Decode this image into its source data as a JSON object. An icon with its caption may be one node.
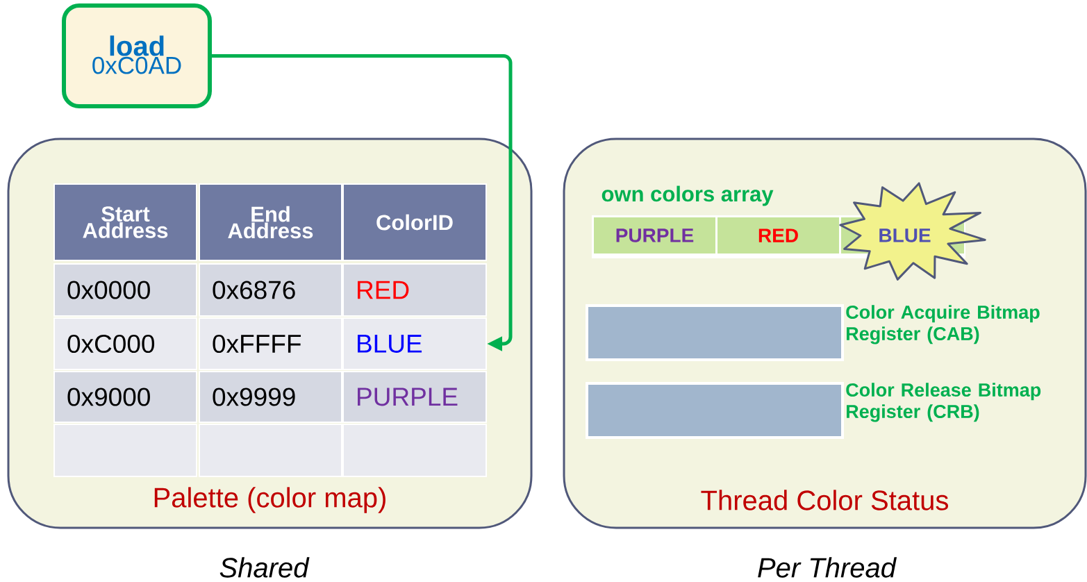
{
  "diagram": {
    "nodes": [
      {
        "text": [
          "load",
          "0xC0AD"
        ]
      },
      {
        "text": [
          "Palette (color map)"
        ]
      },
      {
        "text": [
          "Thread Color Status"
        ]
      },
      {
        "text": [
          "Start Address"
        ],
        "in": 1
      },
      {
        "text": [
          "End Address"
        ],
        "in": 1
      },
      {
        "text": [
          "ColorID"
        ],
        "in": 1
      },
      {
        "text": [
          "0x0000"
        ],
        "in": 1
      },
      {
        "text": [
          "0x6876"
        ],
        "in": 1
      },
      {
        "text": [
          "RED"
        ],
        "in": 1
      },
      {
        "text": [
          "0xC000"
        ],
        "in": 1
      },
      {
        "text": [
          "0xFFFF"
        ],
        "in": 1
      },
      {
        "text": [
          "BLUE"
        ],
        "in": 1
      },
      {
        "text": [
          "0x9000"
        ],
        "in": 1
      },
      {
        "text": [
          "0x9999"
        ],
        "in": 1
      },
      {
        "text": [
          "PURPLE"
        ],
        "in": 1
      },
      {
        "text": [],
        "shape": "box",
        "in": 1
      },
      {
        "text": [],
        "shape": "box",
        "in": 1
      },
      {
        "text": [],
        "shape": "box",
        "in": 1
      },
      {
        "text": [
          "own colors array"
        ],
        "in": 2
      },
      {
        "text": [
          "PURPLE"
        ],
        "in": 18
      },
      {
        "text": [
          "RED"
        ],
        "in": 18
      },
      {
        "text": [
          "BLUE"
        ],
        "in": 2
      },
      {
        "text": [],
        "shape": "box",
        "beside": [
          "Color Acquire Bitmap Register (CAB)"
        ],
        "in": 2
      },
      {
        "text": [],
        "shape": "box",
        "beside": [
          "Color Release Bitmap Register (CRB)"
        ],
        "in": 2
      }
    ],
    "edges": [
      {
        "from": 0,
        "to": 11,
        "arrow": "to",
        "color": "#00b050"
      }
    ],
    "labels": [
      "Shared",
      "Per Thread"
    ]
  }
}
